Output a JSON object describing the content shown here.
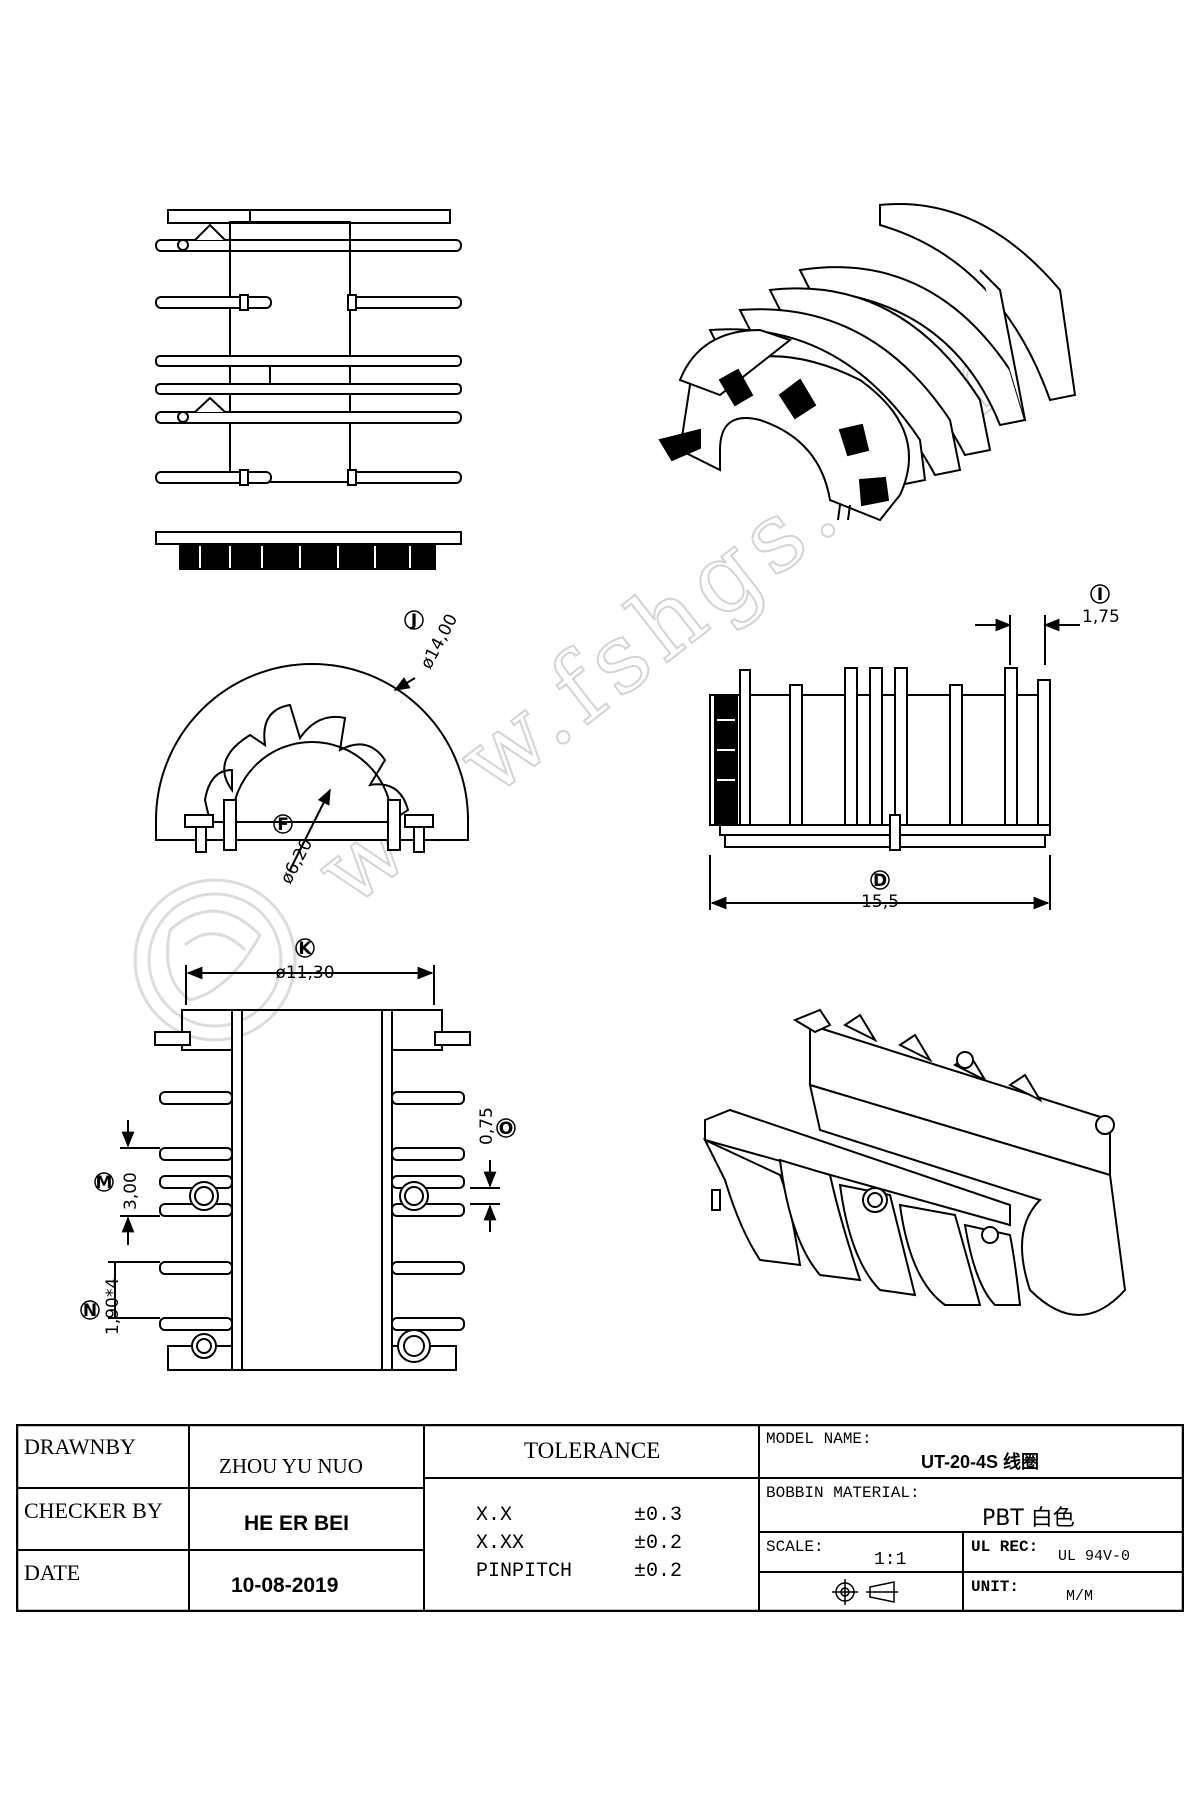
{
  "watermark": "www.fshgs.com",
  "dimensions": {
    "J": {
      "letter": "J",
      "value": "ø14,00"
    },
    "F": {
      "letter": "F",
      "value": "ø6,20"
    },
    "I": {
      "letter": "I",
      "value": "1,75"
    },
    "D": {
      "letter": "D",
      "value": "15,5"
    },
    "K": {
      "letter": "K",
      "value": "ø11,30"
    },
    "O": {
      "letter": "O",
      "value": "0,75"
    },
    "M": {
      "letter": "M",
      "value": "3,00"
    },
    "N": {
      "letter": "N",
      "value": "1,90*4"
    }
  },
  "title_block": {
    "drawn_by_label": "DRAWNBY",
    "drawn_by": "ZHOU YU NUO",
    "checker_label": "CHECKER BY",
    "checker": "HE ER BEI",
    "date_label": "DATE",
    "date": "10-08-2019",
    "tolerance_label": "TOLERANCE",
    "tolerances": [
      {
        "key": "X.X",
        "value": "±0.3"
      },
      {
        "key": "X.XX",
        "value": "±0.2"
      },
      {
        "key": "PINPITCH",
        "value": "±0.2"
      }
    ],
    "model_label": "MODEL NAME:",
    "model": "UT-20-4S 线圈",
    "material_label": "BOBBIN MATERIAL:",
    "material": "PBT 白色",
    "scale_label": "SCALE:",
    "scale": "1:1",
    "ul_label": "UL REC:",
    "ul": "UL 94V-0",
    "unit_label": "UNIT:",
    "unit": "M/M"
  }
}
